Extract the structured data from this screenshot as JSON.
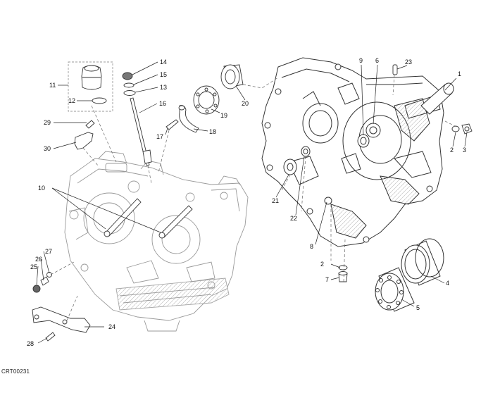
{
  "diagram": {
    "drawing_code": "CRT00231",
    "callouts": {
      "c1": "1",
      "c2a": "2",
      "c2b": "2",
      "c3": "3",
      "c4": "4",
      "c5": "5",
      "c6": "6",
      "c7": "7",
      "c8": "8",
      "c9": "9",
      "c10": "10",
      "c11": "11",
      "c12": "12",
      "c13": "13",
      "c14": "14",
      "c15": "15",
      "c16": "16",
      "c17": "17",
      "c18": "18",
      "c19": "19",
      "c20": "20",
      "c21": "21",
      "c22": "22",
      "c23": "23",
      "c24": "24",
      "c25": "25",
      "c26": "26",
      "c27": "27",
      "c28": "28",
      "c29": "29",
      "c30": "30"
    }
  }
}
